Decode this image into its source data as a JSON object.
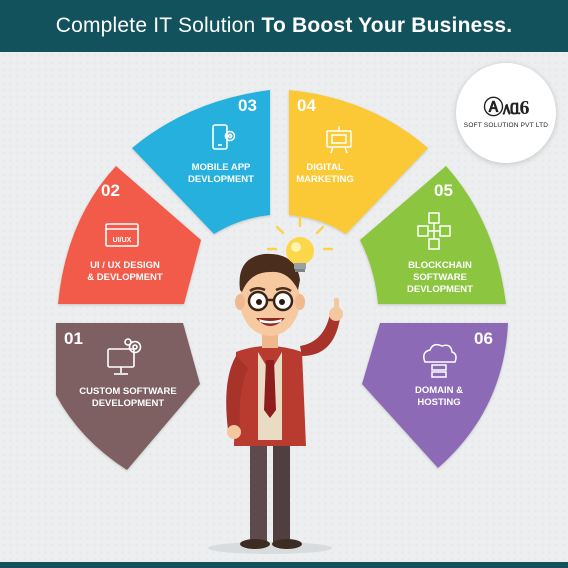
{
  "header": {
    "title_regular": "Complete IT Solution ",
    "title_bold": "To Boost Your Business."
  },
  "logo": {
    "mark": "Ⓐ᥈ᥲ6",
    "tagline": "SOFT SOLUTION PVT LTD"
  },
  "services": [
    {
      "number": "01",
      "line1": "CUSTOM SOFTWARE",
      "line2": "DEVELOPMENT",
      "line3": "",
      "icon": "desktop-gear-icon",
      "color": "#7e6164"
    },
    {
      "number": "02",
      "line1": "UI / UX DESIGN",
      "line2": "& DEVLOPMENT",
      "line3": "",
      "icon": "browser-window-icon",
      "icon_text": "UI/UX",
      "color": "#f25a4a"
    },
    {
      "number": "03",
      "line1": "MOBILE APP",
      "line2": "DEVLOPMENT",
      "line3": "",
      "icon": "mobile-gear-icon",
      "color": "#26b0dd"
    },
    {
      "number": "04",
      "line1": "DIGITAL",
      "line2": "MARKETING",
      "line3": "",
      "icon": "marketing-board-icon",
      "color": "#fac934"
    },
    {
      "number": "05",
      "line1": "BLOCKCHAIN",
      "line2": "SOFTWARE",
      "line3": "DEVLOPMENT",
      "icon": "blockchain-cubes-icon",
      "color": "#8cc63f"
    },
    {
      "number": "06",
      "line1": "DOMAIN &",
      "line2": "HOSTING",
      "line3": "",
      "icon": "cloud-server-icon",
      "color": "#8d6bb5"
    }
  ],
  "colors": {
    "header_bg": "#12525d",
    "page_bg": "#eceeef"
  }
}
